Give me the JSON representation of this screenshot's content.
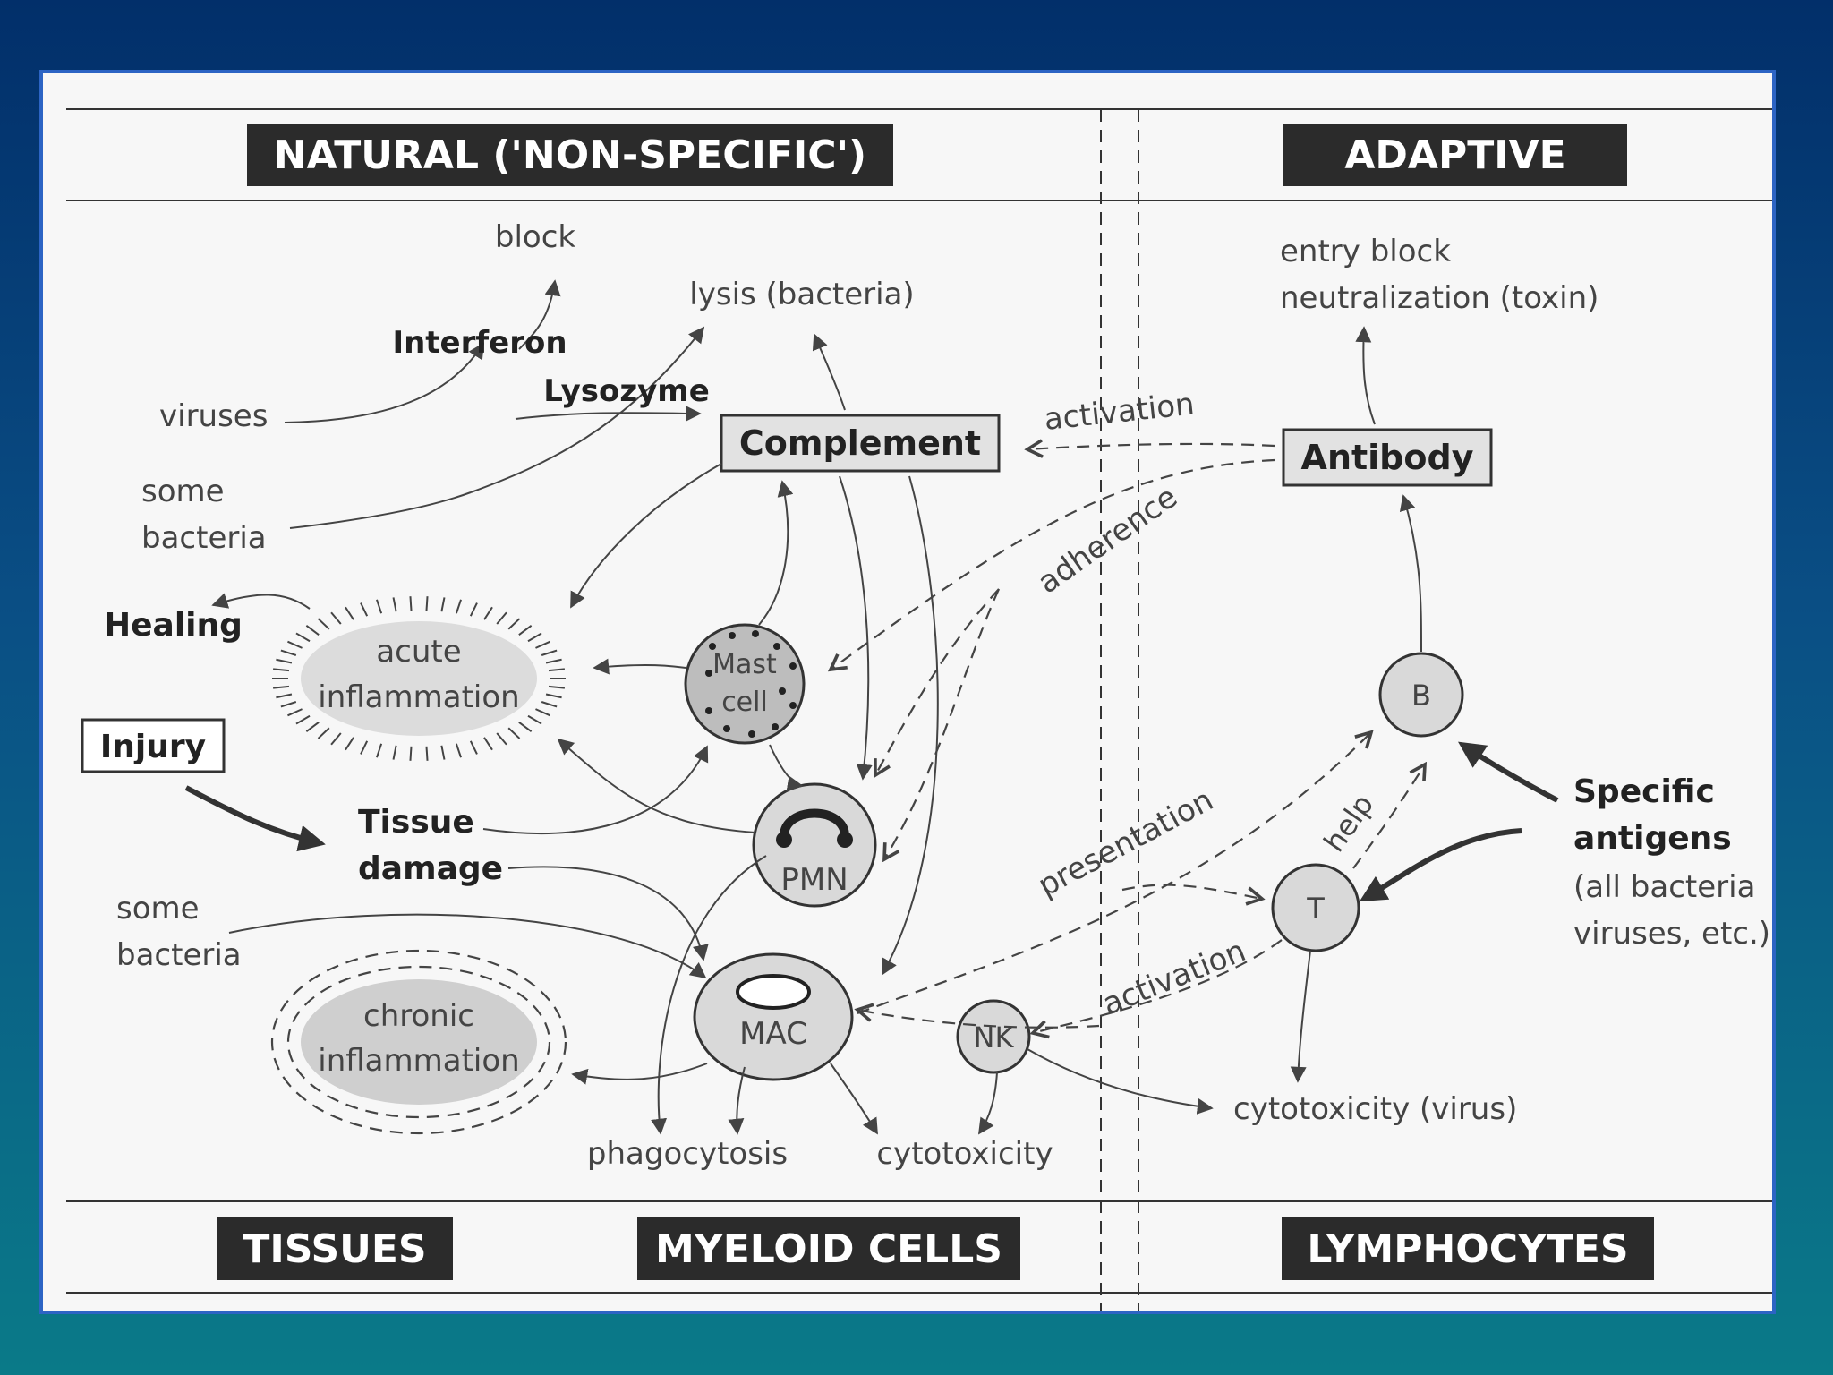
{
  "headers": {
    "natural": "NATURAL ('NON-SPECIFIC')",
    "adaptive": "ADAPTIVE",
    "tissues": "TISSUES",
    "myeloid": "MYELOID CELLS",
    "lymphocytes": "LYMPHOCYTES"
  },
  "labels": {
    "block": "block",
    "interferon": "Interferon",
    "lysis": "lysis (bacteria)",
    "lysozyme": "Lysozyme",
    "viruses": "viruses",
    "some1": "some",
    "bacteria1": "bacteria",
    "complement": "Complement",
    "activation_top": "activation",
    "adherence": "adherence",
    "entry_block": "entry block",
    "neutralization": "neutralization (toxin)",
    "antibody": "Antibody",
    "healing": "Healing",
    "acute1": "acute",
    "acute2": "inflammation",
    "mast1": "Mast",
    "mast2": "cell",
    "injury": "Injury",
    "tissue1": "Tissue",
    "tissue2": "damage",
    "pmn": "PMN",
    "b": "B",
    "specific1": "Specific",
    "specific2": "antigens",
    "specific3": "(all bacteria",
    "specific4": "viruses, etc.)",
    "presentation": "presentation",
    "help": "help",
    "t": "T",
    "some2": "some",
    "bacteria2": "bacteria",
    "chronic1": "chronic",
    "chronic2": "inflammation",
    "mac": "MAC",
    "activation_bottom": "activation",
    "nk": "NK",
    "cyto_virus": "cytotoxicity (virus)",
    "phagocytosis": "phagocytosis",
    "cytotoxicity": "cytotoxicity"
  },
  "colors": {
    "header_bg": "#2b2b2b",
    "cell_fill": "#d9d9d9",
    "mast_fill": "#bdbdbd",
    "frame_border": "#2c64c4"
  }
}
